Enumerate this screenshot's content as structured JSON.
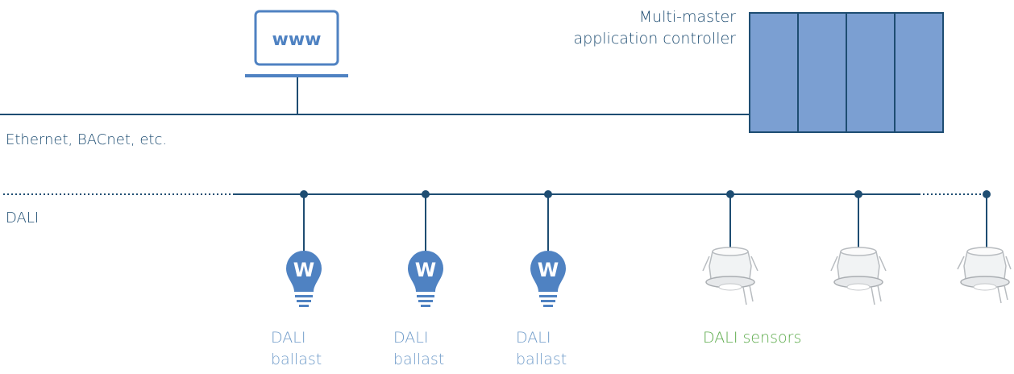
{
  "controller": {
    "line1": "Multi-master",
    "line2": "application controller"
  },
  "laptop": {
    "screen_text": "www",
    "icon": "laptop-icon"
  },
  "ethernet": {
    "label": "Ethernet, BACnet, etc."
  },
  "dali_bus": {
    "label": "DALI"
  },
  "ballasts": [
    {
      "line1": "DALI",
      "line2": "ballast",
      "glyph": "W",
      "icon": "lightbulb-icon"
    },
    {
      "line1": "DALI",
      "line2": "ballast",
      "glyph": "W",
      "icon": "lightbulb-icon"
    },
    {
      "line1": "DALI",
      "line2": "ballast",
      "glyph": "W",
      "icon": "lightbulb-icon"
    }
  ],
  "sensors": {
    "label": "DALI sensors",
    "count": 3,
    "icon": "ceiling-sensor-icon"
  },
  "colors": {
    "line": "#1e4d72",
    "controller_fill": "#7b9fd2",
    "ballast_blue": "#4f82c2",
    "ballast_text": "#6f9bc9",
    "sensor_text": "#5cab4b"
  }
}
